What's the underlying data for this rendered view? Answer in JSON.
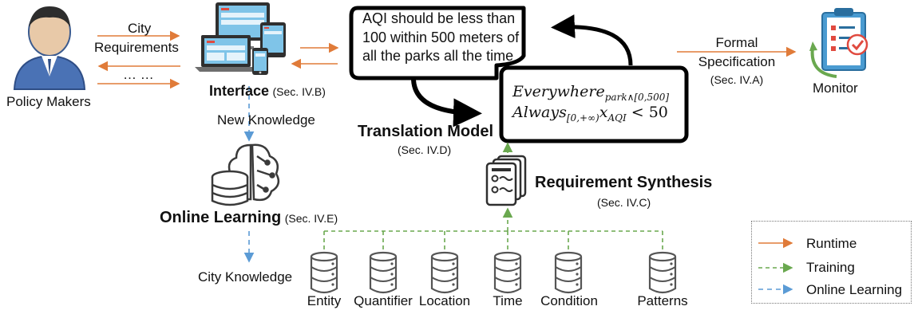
{
  "actors": {
    "policy_makers": "Policy Makers",
    "monitor": "Monitor"
  },
  "flows": {
    "city": "City",
    "requirements": "Requirements",
    "ellipsis": "… …",
    "new_knowledge": "New Knowledge",
    "city_knowledge": "City Knowledge",
    "formal": "Formal",
    "specification": "Specification",
    "spec_section": "(Sec. IV.A)"
  },
  "components": {
    "interface": {
      "title": "Interface",
      "section": "(Sec. IV.B)"
    },
    "translation_model": {
      "title": "Translation Model",
      "section": "(Sec. IV.D)"
    },
    "requirement_synthesis": {
      "title": "Requirement Synthesis",
      "section": "(Sec. IV.C)"
    },
    "online_learning": {
      "title": "Online Learning",
      "section": "(Sec. IV.E)"
    }
  },
  "requirement_text": {
    "line1": "AQI should be less than",
    "line2": "100 within 500 meters of",
    "line3": "all the parks all the time"
  },
  "formula": {
    "line1_main": "Everywhere",
    "line1_sub": "park∧[0,500]",
    "line2_main": "Always",
    "line2_sub": "[0,+∞)",
    "line2_var": "x",
    "line2_var_sub": "AQI",
    "line2_rest": " < 50"
  },
  "databases": [
    {
      "label": "Entity"
    },
    {
      "label": "Quantifier"
    },
    {
      "label": "Location"
    },
    {
      "label": "Time"
    },
    {
      "label": "Condition"
    },
    {
      "label": "Patterns"
    }
  ],
  "legend": [
    {
      "label": "Runtime",
      "color": "#E07B39",
      "style": "solid"
    },
    {
      "label": "Training",
      "color": "#6AA84F",
      "style": "dashed"
    },
    {
      "label": "Online Learning",
      "color": "#5B9BD5",
      "style": "dashed"
    }
  ],
  "colors": {
    "runtime": "#E07B39",
    "training": "#6AA84F",
    "online_learning": "#5B9BD5",
    "person_blue": "#4A72B5",
    "screen_blue": "#7FC4E8",
    "accent_red": "#E04A3F",
    "db_gray": "#555555"
  }
}
